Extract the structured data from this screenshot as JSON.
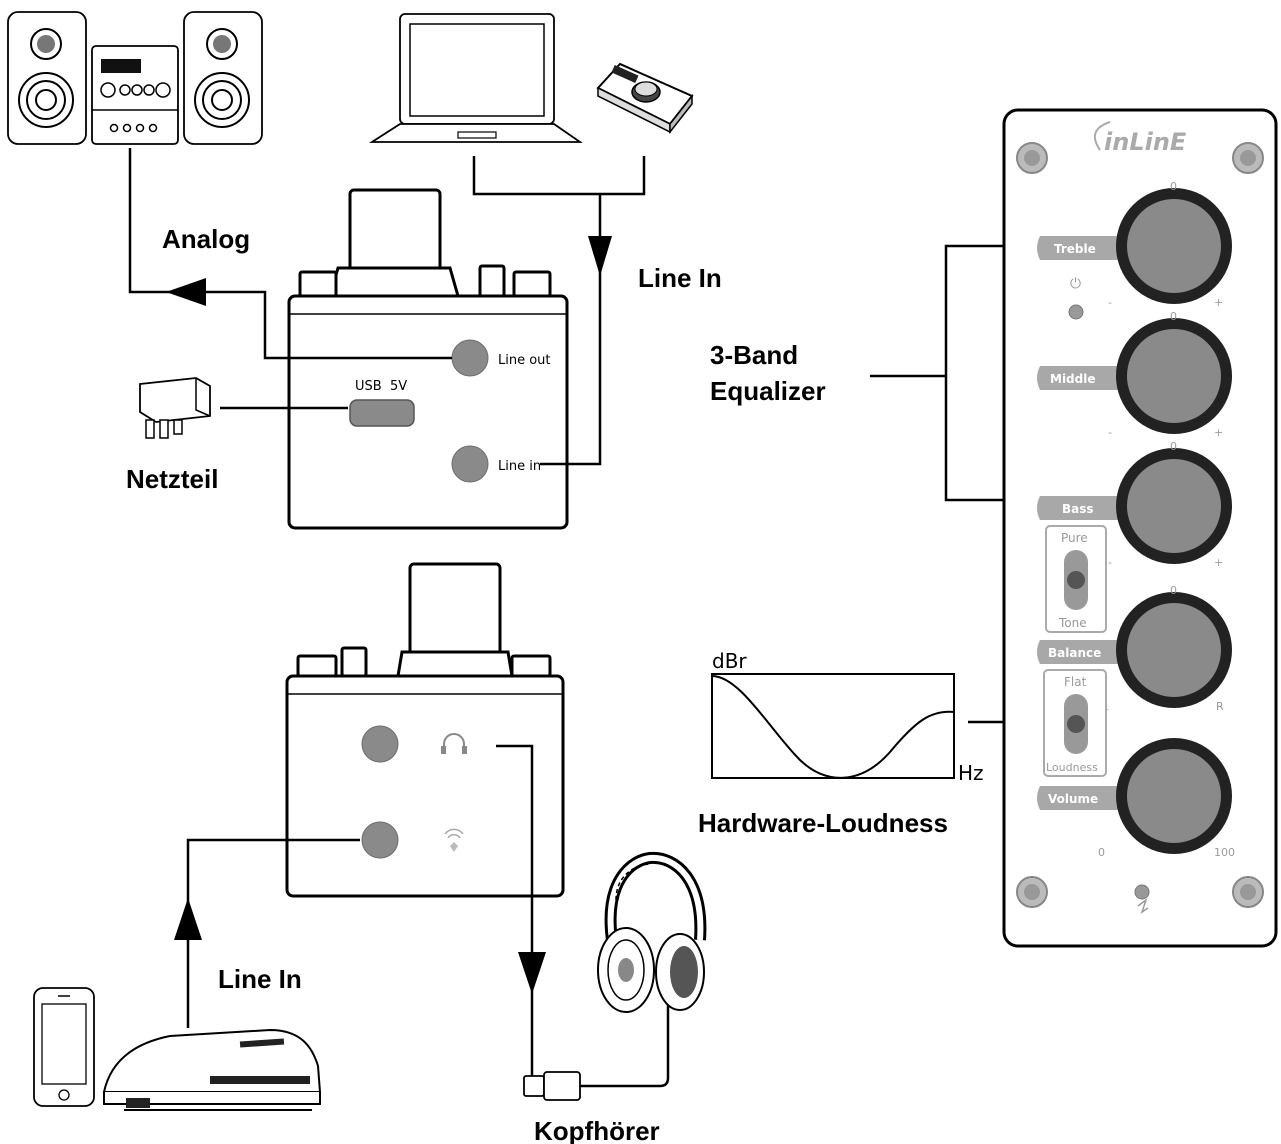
{
  "labels": {
    "analog": "Analog",
    "line_in_top": "Line In",
    "netzteil": "Netzteil",
    "line_in_bottom": "Line In",
    "kopfhoerer": "Kopfhörer",
    "equalizer_line1": "3-Band",
    "equalizer_line2": "Equalizer",
    "hardware_loudness": "Hardware-Loudness"
  },
  "top_device": {
    "line_out": "Line out",
    "line_in": "Line in",
    "usb_5v": "USB  5V"
  },
  "loudness_graph": {
    "y_label": "dBr",
    "x_label": "Hz"
  },
  "panel": {
    "brand": "inLinE",
    "knobs": [
      {
        "label": "Treble",
        "top": "0",
        "min": "-",
        "max": "+"
      },
      {
        "label": "Middle",
        "top": "0",
        "min": "-",
        "max": "+"
      },
      {
        "label": "Bass",
        "top": "0",
        "min": "-",
        "max": "+"
      },
      {
        "label": "Balance",
        "top": "0",
        "min": "L",
        "max": "R"
      },
      {
        "label": "Volume",
        "top": "",
        "min": "0",
        "max": "100"
      }
    ],
    "switch_pure_tone": {
      "top": "Pure",
      "bottom": "Tone"
    },
    "switch_flat_loudness": {
      "top": "Flat",
      "bottom": "Loudness"
    }
  }
}
